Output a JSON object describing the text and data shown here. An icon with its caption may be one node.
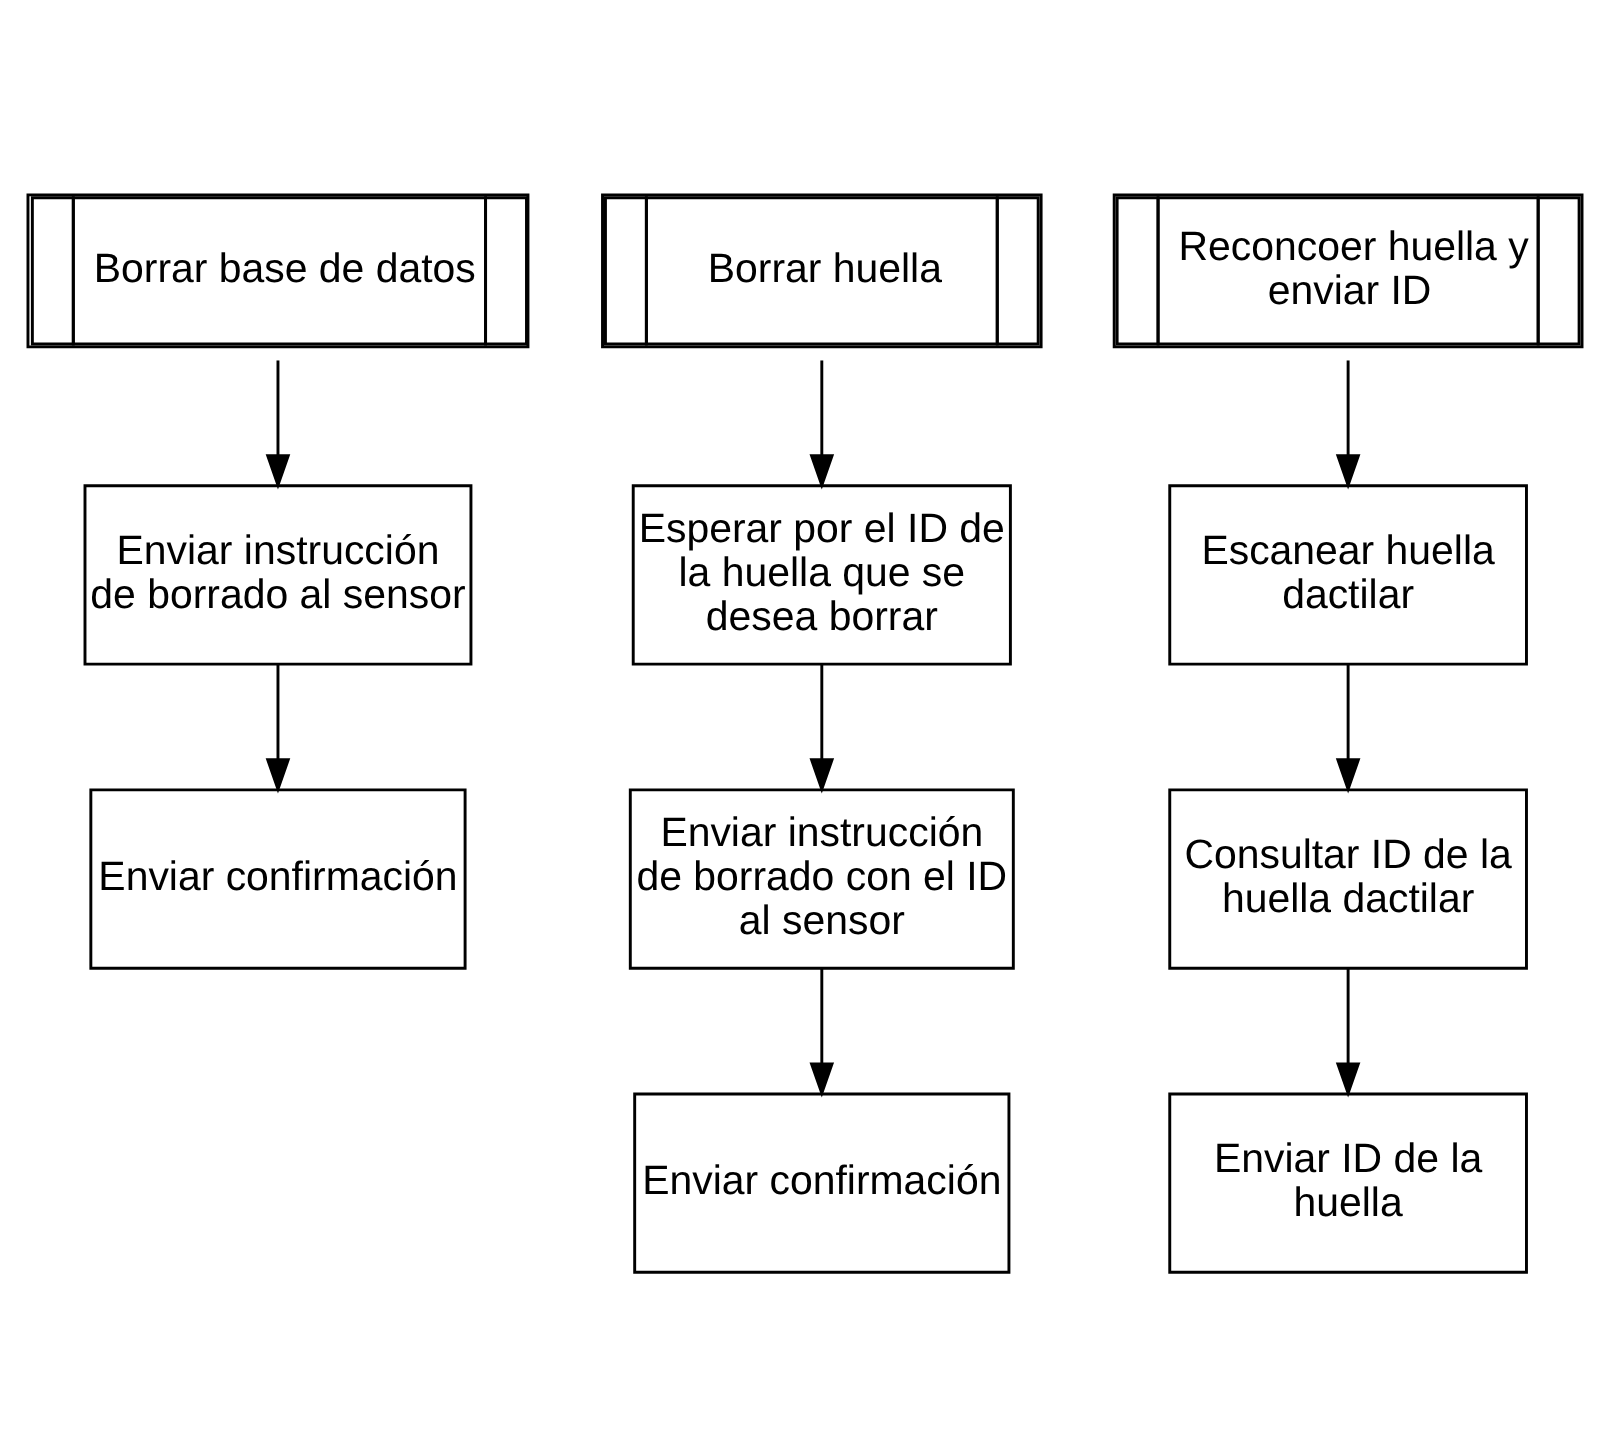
{
  "diagram": {
    "nodes": [
      {
        "text": [
          "Borrar base de datos"
        ]
      },
      {
        "text": [
          "Enviar instrucción de borrado al sensor"
        ]
      },
      {
        "text": [
          "Enviar confirmación"
        ]
      },
      {
        "text": [
          "Borrar huella"
        ]
      },
      {
        "text": [
          "Esperar por el ID de la huella que se desea borrar"
        ]
      },
      {
        "text": [
          "Enviar instrucción de borrado con el ID al sensor"
        ]
      },
      {
        "text": [
          "Enviar confirmación"
        ]
      },
      {
        "text": [
          "Reconcoer huella y enviar ID"
        ]
      },
      {
        "text": [
          "Escanear huella dactilar"
        ]
      },
      {
        "text": [
          "Consultar ID de la huella dactilar"
        ]
      },
      {
        "text": [
          "Enviar ID de la huella"
        ]
      }
    ],
    "edges": [
      {
        "from": 0,
        "to": 1,
        "arrow": "to"
      },
      {
        "from": 1,
        "to": 2,
        "arrow": "to"
      },
      {
        "from": 3,
        "to": 4,
        "arrow": "to"
      },
      {
        "from": 4,
        "to": 5,
        "arrow": "to"
      },
      {
        "from": 5,
        "to": 6,
        "arrow": "to"
      },
      {
        "from": 7,
        "to": 8,
        "arrow": "to"
      },
      {
        "from": 8,
        "to": 9,
        "arrow": "to"
      },
      {
        "from": 9,
        "to": 10,
        "arrow": "to"
      }
    ]
  }
}
